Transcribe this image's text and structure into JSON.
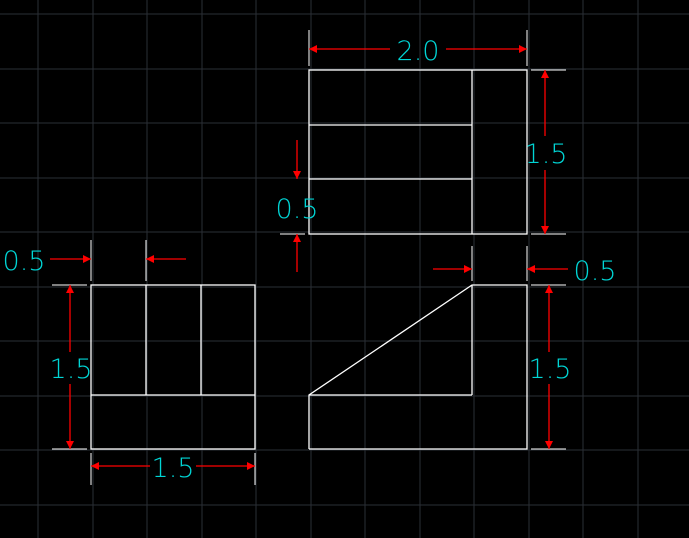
{
  "colors": {
    "background": "#000000",
    "grid": "#2a2f36",
    "geometry": "#ffffff",
    "dimension_text": "#00d5d5",
    "arrow": "#ff0000",
    "extension_line": "#ffffff"
  },
  "views": {
    "top_view": {
      "width_dim": "2.0",
      "height_dim": "1.5",
      "step_dim": "0.5"
    },
    "front_view": {
      "width_dim": "1.5",
      "height_dim": "1.5",
      "offset_dim": "0.5"
    },
    "side_view": {
      "height_dim": "1.5",
      "offset_dim": "0.5"
    }
  }
}
